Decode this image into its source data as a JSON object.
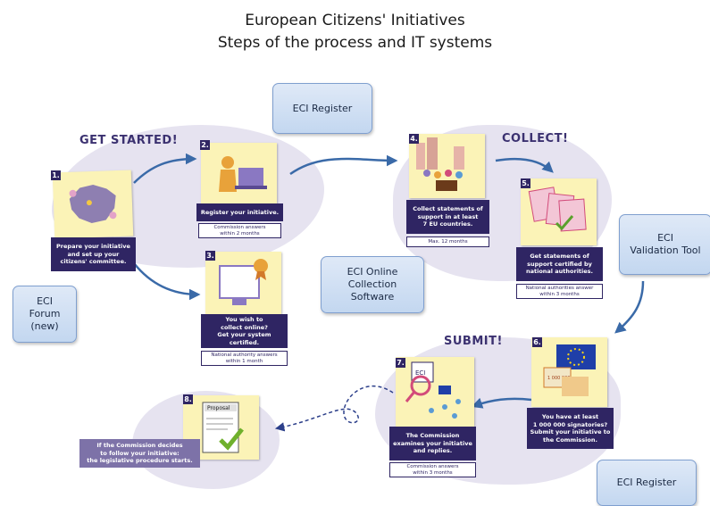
{
  "title": {
    "line1": "European Citizens' Initiatives",
    "line2": "Steps of the process and IT systems"
  },
  "stages": {
    "get_started": "GET STARTED!",
    "collect": "COLLECT!",
    "submit": "SUBMIT!"
  },
  "callouts": {
    "register_top": "ECI Register",
    "forum": "ECI\nForum\n(new)",
    "online_software": "ECI Online\nCollection\nSoftware",
    "validation_tool": "ECI\nValidation Tool",
    "register_bottom": "ECI Register"
  },
  "steps": [
    {
      "number": "1.",
      "caption": "Prepare your initiative\nand set up your\ncitizens' committee.",
      "note": ""
    },
    {
      "number": "2.",
      "caption": "Register your initiative.",
      "note": "Commission answers\nwithin 2 months"
    },
    {
      "number": "3.",
      "caption": "You wish to\ncollect online?\nGet your system certified.",
      "note": "National authority answers\nwithin 1 month"
    },
    {
      "number": "4.",
      "caption": "Collect statements of\nsupport in at least\n7 EU countries.",
      "note": "Max. 12 months"
    },
    {
      "number": "5.",
      "caption": "Get statements of\nsupport certified by\nnational authorities.",
      "note": "National authorities answer\nwithin 3 months"
    },
    {
      "number": "6.",
      "caption": "You have at least\n1 000 000 signatories?\nSubmit your initiative to\nthe Commission.",
      "note": ""
    },
    {
      "number": "7.",
      "caption": "The Commission\nexamines your initiative\nand replies.",
      "note": "Commission answers\nwithin 3 months"
    },
    {
      "number": "8.",
      "caption": "If the Commission decides\nto follow your initiative:\nthe legislative procedure starts.",
      "note": ""
    }
  ],
  "illustration_text": {
    "step8_document": "Proposal",
    "step7_label": "ECI",
    "step6_banner": "1 000 000"
  },
  "colors": {
    "caption_bg": "#2f2563",
    "blob": "#e6e3f0",
    "arrow": "#3a6aa8",
    "note": "#fbf3b7",
    "callout": "#c9dbf1"
  }
}
